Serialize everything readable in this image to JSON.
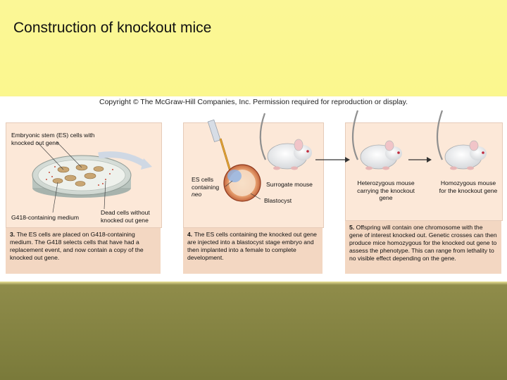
{
  "slide": {
    "title": "Construction of knockout mice"
  },
  "figure": {
    "copyright": "Copyright © The McGraw-Hill Companies, Inc. Permission required for reproduction or display.",
    "panel3": {
      "label_es_cells": "Embryonic stem (ES) cells with knocked out gene",
      "label_medium": "G418-containing medium",
      "label_dead": "Dead cells without knocked out gene",
      "step_number": "3.",
      "caption": "The ES cells are placed on G418-containing medium. The G418 selects cells that have had a replacement event, and now contain a copy of the knocked out gene."
    },
    "panel4": {
      "label_es_cells_line1": "ES cells",
      "label_es_cells_line2": "containing",
      "label_es_cells_line3": "neo",
      "label_surrogate": "Surrogate mouse",
      "label_blastocyst": "Blastocyst",
      "step_number": "4.",
      "caption": "The ES cells containing the knocked out gene are injected into a blastocyst stage embryo and then implanted into a female to complete development."
    },
    "panel5": {
      "label_heterozygous": "Heterozygous mouse carrying the knockout gene",
      "label_homozygous": "Homozygous mouse for the knockout gene",
      "step_number": "5.",
      "caption": "Offspring will contain one chromosome with the gene of interest knocked out. Genetic crosses can then produce mice homozygous for the knocked out gene to assess the phenotype. This can range from lethality to no visible effect depending on the gene."
    }
  }
}
